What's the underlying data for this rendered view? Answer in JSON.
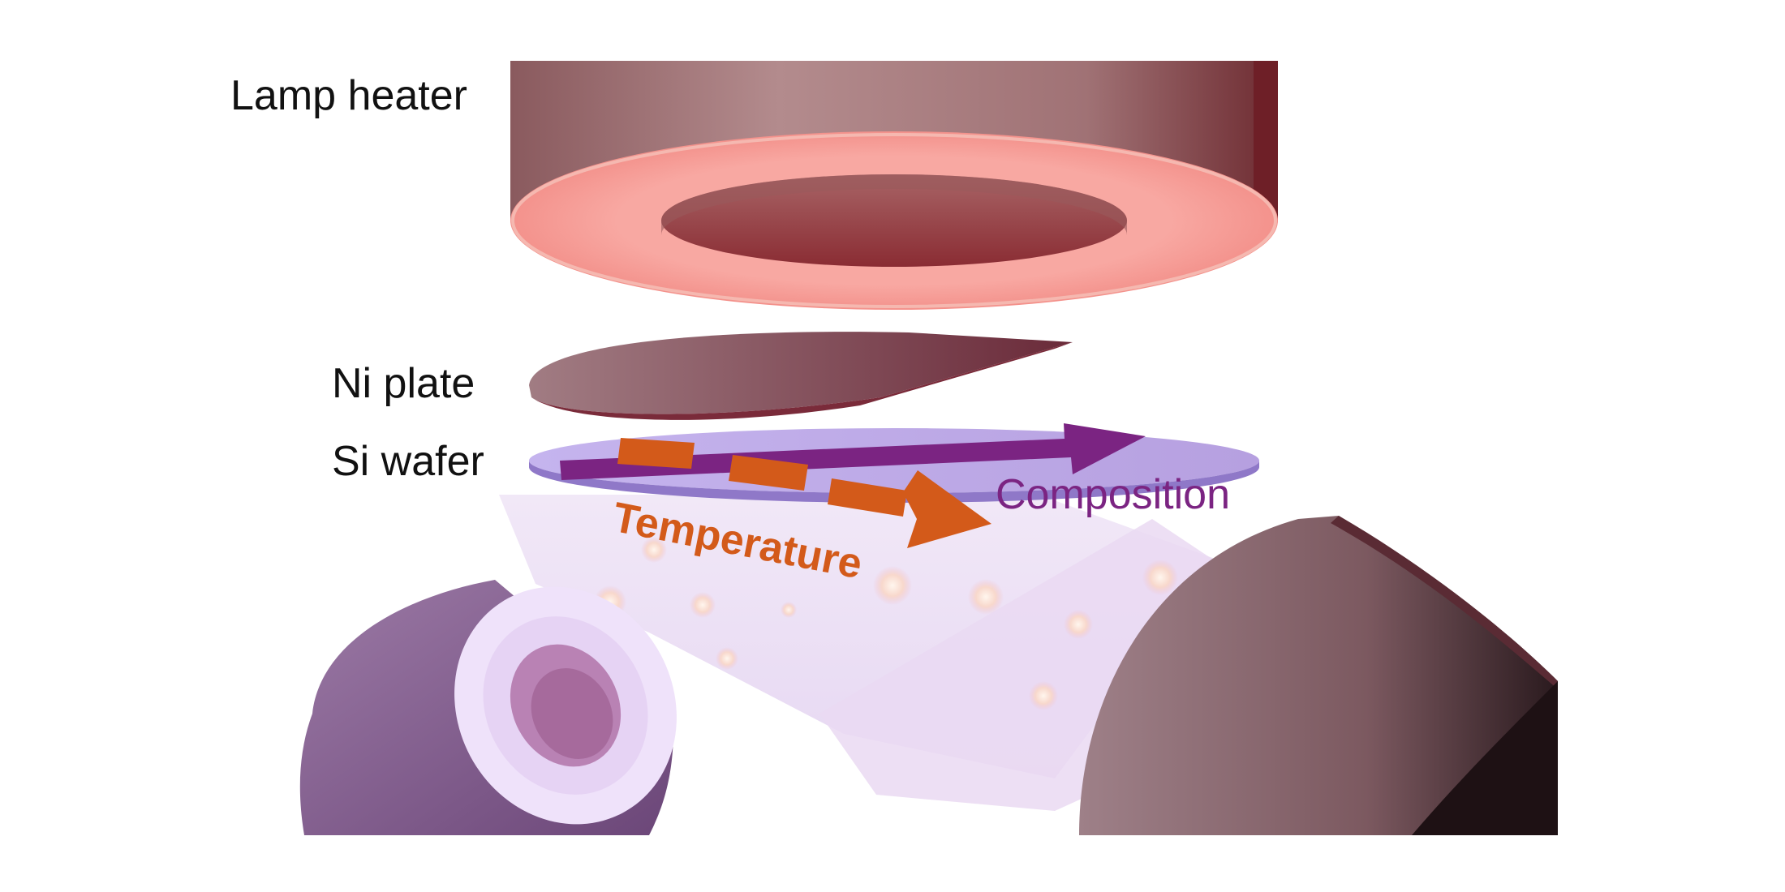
{
  "labels": {
    "lamp_heater": "Lamp heater",
    "ni_plate": "Ni plate",
    "si_wafer": "Si wafer",
    "temperature": "Temperature",
    "composition": "Composition"
  },
  "colors": {
    "temperature": "#d35a1a",
    "composition": "#7b2482",
    "heater_glow": "#f7a39d",
    "heater_body": "#a8787b",
    "wafer": "#b8a6e6"
  },
  "icons": {
    "heater": "ring-heater-icon",
    "plate": "disk-plate-icon",
    "wafer": "wafer-disk-icon",
    "source": "cylinder-source-icon",
    "detector": "cylinder-detector-icon"
  }
}
